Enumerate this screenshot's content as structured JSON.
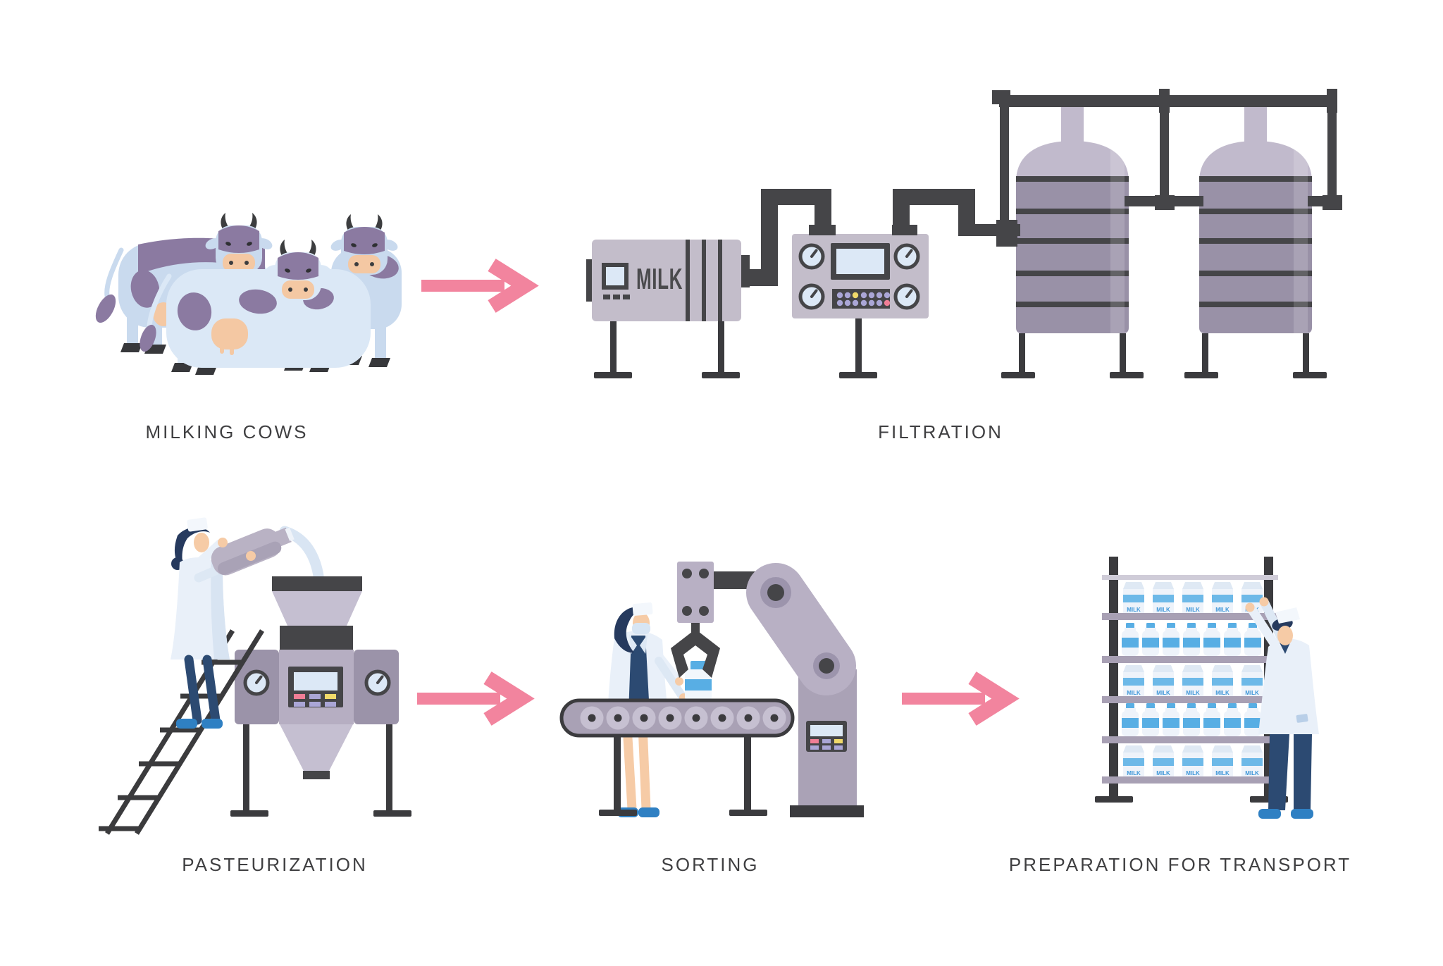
{
  "stages": [
    {
      "id": "milking-cows",
      "label": "MILKING COWS"
    },
    {
      "id": "filtration",
      "label": "FILTRATION"
    },
    {
      "id": "pasteurization",
      "label": "PASTEURIZATION"
    },
    {
      "id": "sorting",
      "label": "SORTING"
    },
    {
      "id": "preparation-for-transport",
      "label": "PREPARATION FOR TRANSPORT"
    }
  ],
  "flow": {
    "arrow_count": 3,
    "direction": "left-to-right"
  },
  "equipment": {
    "milk_tank_label": "MILK",
    "carton_label": "MILK",
    "storage_tank_count": 2,
    "conveyor_roller_count": 8,
    "shelf_row_count": 5,
    "cow_count": 3,
    "worker_count": 3
  },
  "colors": {
    "background": "#FFFFFF",
    "arrow_pink": "#F2849E",
    "pipe_dark": "#454548",
    "machine_light": "#C3BDCA",
    "machine_mid": "#B6AEC2",
    "machine_dark": "#9B93A9",
    "tank_body": "#9991A7",
    "tank_dome": "#C1BACC",
    "screen_blue": "#DCE8F6",
    "milk_blue": "#58AEE4",
    "button_yellow": "#F0D96A",
    "button_pink": "#F07E96",
    "button_purple": "#AAA6D6",
    "cow_body": "#C9DAEE",
    "cow_body_light": "#DBE8F6",
    "cow_patch": "#8B7AA1",
    "skin": "#F6CBA6",
    "hair_navy": "#263A5E",
    "uniform_white": "#E9F0F9",
    "pants_navy": "#2C4A72",
    "shoe_blue": "#2F80C3",
    "label_text": "#3F3F41"
  }
}
